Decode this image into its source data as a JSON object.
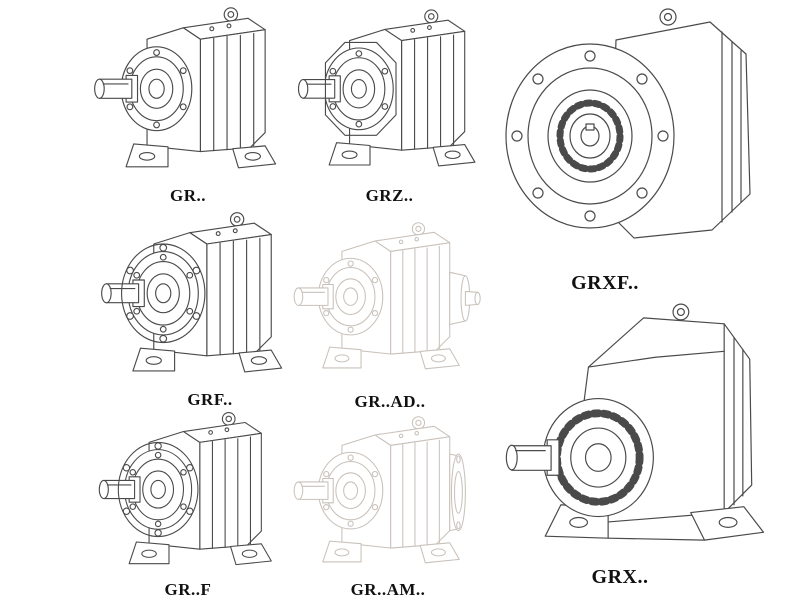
{
  "colors": {
    "line": "#4a4a4a",
    "faded_line": "#c9c1ba",
    "label_text": "#111111",
    "background": "#ffffff"
  },
  "figures": {
    "gr": {
      "label": "GR.."
    },
    "grz": {
      "label": "GRZ.."
    },
    "grxf": {
      "label": "GRXF.."
    },
    "grf": {
      "label": "GRF.."
    },
    "gr_ad": {
      "label": "GR..AD.."
    },
    "grx": {
      "label": "GRX.."
    },
    "gr_f": {
      "label": "GR..F"
    },
    "gr_am": {
      "label": "GR..AM.."
    }
  }
}
